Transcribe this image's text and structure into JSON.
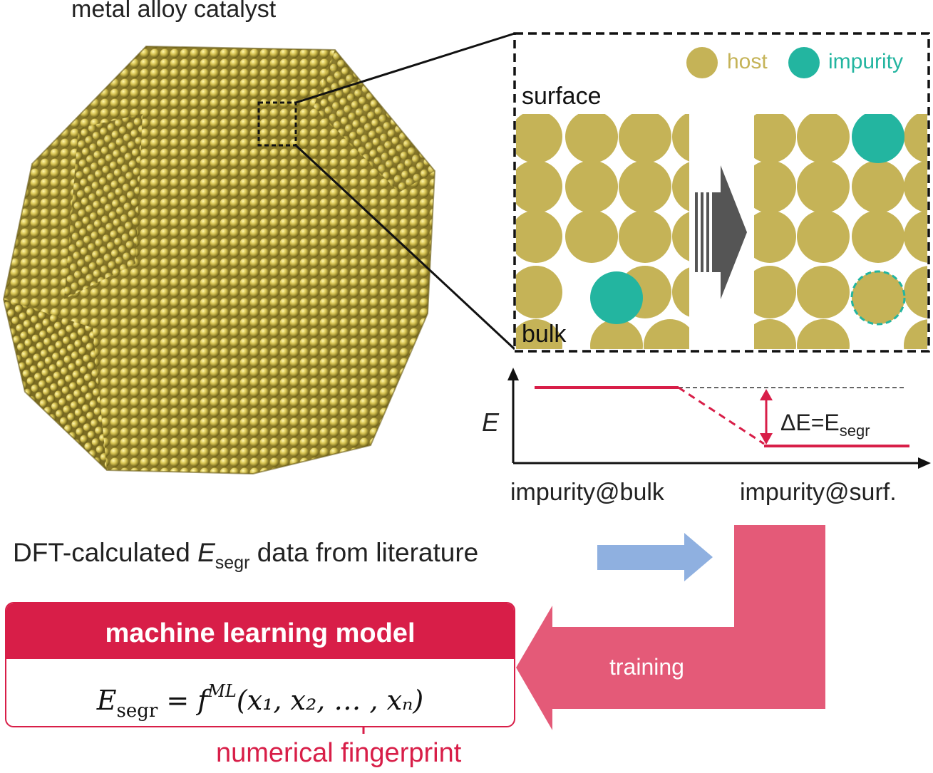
{
  "title": "metal alloy catalyst",
  "legend": {
    "host": "host",
    "impurity": "impurity"
  },
  "labels": {
    "surface": "surface",
    "bulk": "bulk"
  },
  "energy_plot": {
    "y_axis": "E",
    "delta_label_prefix": "ΔE=E",
    "delta_label_sub": "segr",
    "x_left": "impurity@bulk",
    "x_right": "impurity@surf."
  },
  "dft": {
    "prefix": "DFT-calculated ",
    "symbol": "E",
    "sub": "segr",
    "suffix": " data from literature"
  },
  "ml_model": {
    "header": "machine learning model",
    "eq_lhs": "E",
    "eq_lhs_sub": "segr",
    "eq_mid": " = f",
    "eq_sup": "ML",
    "eq_args": "(x₁, x₂, … , xₙ)"
  },
  "fingerprint_label": "numerical fingerprint",
  "training_label": "training",
  "colors": {
    "host": "#c5b357",
    "impurity": "#23b5a0",
    "accent": "#d81e48",
    "blue_arrow": "#8fb0e0",
    "pink_arrow": "#e45a78",
    "gray_arrow": "#555555"
  }
}
